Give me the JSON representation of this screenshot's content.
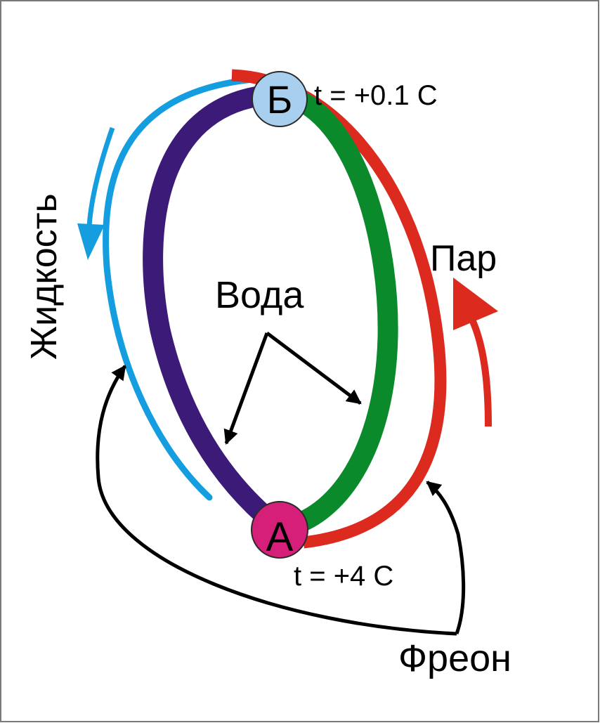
{
  "labels": {
    "point_b": "Б",
    "point_a": "А",
    "temp_b": "t = +0.1 C",
    "temp_a": "t = +4 C",
    "liquid": "Жидкость",
    "vapor": "Пар",
    "water": "Вода",
    "freon": "Фреон"
  },
  "colors": {
    "liquid": "#149ee0",
    "vapor": "#dc2a1f",
    "water_cold": "#3c1a78",
    "water_warm": "#0a8a2a",
    "node_b": "#a8d0ee",
    "node_a": "#d61f78",
    "arrows": "#000000",
    "border": "#7a7a7a"
  }
}
